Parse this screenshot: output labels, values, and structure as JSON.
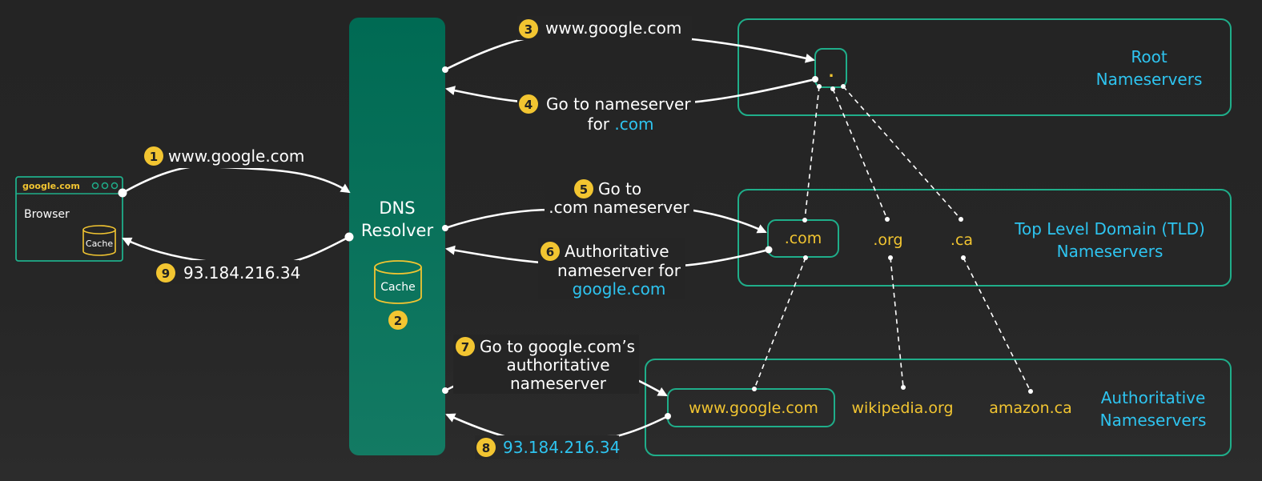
{
  "browser": {
    "url": "google.com",
    "label": "Browser",
    "cache_label": "Cache"
  },
  "resolver": {
    "title_line1": "DNS",
    "title_line2": "Resolver",
    "cache_label": "Cache",
    "cache_step": "2"
  },
  "root": {
    "title_line1": "Root",
    "title_line2": "Nameservers",
    "dot": "."
  },
  "tld": {
    "title_line1": "Top Level Domain (TLD)",
    "title_line2": "Nameservers",
    "com": ".com",
    "org": ".org",
    "ca": ".ca"
  },
  "authoritative": {
    "title_line1": "Authoritative",
    "title_line2": "Nameservers",
    "google": "www.google.com",
    "wikipedia": "wikipedia.org",
    "amazon": "amazon.ca"
  },
  "steps": {
    "s1": {
      "num": "1",
      "text": "www.google.com"
    },
    "s3": {
      "num": "3",
      "text": "www.google.com"
    },
    "s4": {
      "num": "4",
      "line1": "Go to nameserver",
      "line2_prefix": "for ",
      "line2_highlight": ".com"
    },
    "s5": {
      "num": "5",
      "line1": "Go to",
      "line2": ".com nameserver"
    },
    "s6": {
      "num": "6",
      "line1": "Authoritative",
      "line2": "nameserver for",
      "line3": "google.com"
    },
    "s7": {
      "num": "7",
      "line1": "Go to google.com’s",
      "line2": "authoritative",
      "line3": "nameserver"
    },
    "s8": {
      "num": "8",
      "text": "93.184.216.34"
    },
    "s9": {
      "num": "9",
      "text": "93.184.216.34"
    }
  },
  "colors": {
    "teal": "#1fae8a",
    "resolver_fill": "#006b54",
    "cyan": "#2ec4f0",
    "yellow": "#f2c531",
    "background": "#242424"
  }
}
